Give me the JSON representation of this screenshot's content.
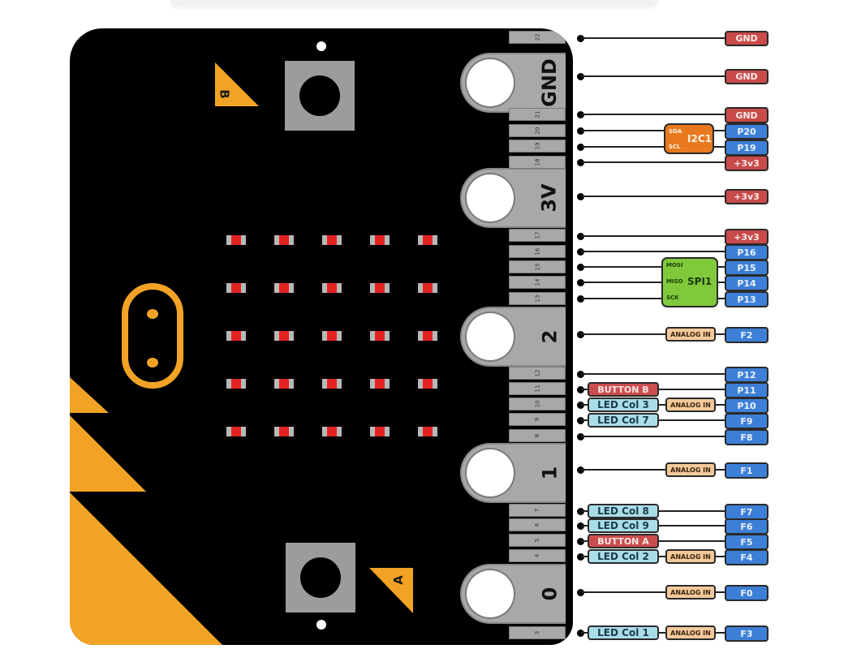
{
  "diagram": {
    "title": "micro:bit edge connector pinout",
    "colors": {
      "board": "#000000",
      "accent_orange": "#f2a325",
      "led_red": "#e32222",
      "pad_gray": "#a8a8a8",
      "power_red": "#c94a4a",
      "pin_blue": "#3d7fd6",
      "led_col_cyan": "#a9dde8",
      "analog_peach": "#f4c99a",
      "i2c_orange": "#e8791e",
      "spi_green": "#80c93b"
    },
    "board": {
      "button_b_label": "B",
      "button_a_label": "A",
      "led_matrix": {
        "rows": 5,
        "cols": 5
      },
      "large_pads": [
        "GND",
        "3V",
        "2",
        "1",
        "0"
      ],
      "strip_numbers": [
        "22",
        "21",
        "20",
        "19",
        "18",
        "17",
        "16",
        "15",
        "14",
        "13",
        "12",
        "11",
        "10",
        "9",
        "8",
        "7",
        "6",
        "5",
        "4",
        "3"
      ]
    },
    "i2c": {
      "name": "I2C1",
      "lines": [
        "SDA",
        "SCL"
      ]
    },
    "spi": {
      "name": "SPI1",
      "lines": [
        "MOSI",
        "MISO",
        "SCK"
      ]
    },
    "rows": [
      {
        "pin": "GND",
        "kind": "red"
      },
      {
        "pin": "GND",
        "kind": "red"
      },
      {
        "pin": "GND",
        "kind": "red"
      },
      {
        "pin": "P20",
        "kind": "blue",
        "bus": "SDA"
      },
      {
        "pin": "P19",
        "kind": "blue",
        "bus": "SCL"
      },
      {
        "pin": "+3v3",
        "kind": "red"
      },
      {
        "pin": "+3v3",
        "kind": "red"
      },
      {
        "pin": "+3v3",
        "kind": "red"
      },
      {
        "pin": "P16",
        "kind": "blue"
      },
      {
        "pin": "P15",
        "kind": "blue",
        "bus": "MOSI"
      },
      {
        "pin": "P14",
        "kind": "blue",
        "bus": "MISO"
      },
      {
        "pin": "P13",
        "kind": "blue",
        "bus": "SCK"
      },
      {
        "pin": "F2",
        "kind": "blue",
        "analog": "ANALOG IN"
      },
      {
        "pin": "P12",
        "kind": "blue"
      },
      {
        "pin": "P11",
        "kind": "blue",
        "func": "BUTTON B"
      },
      {
        "pin": "P10",
        "kind": "blue",
        "func": "LED Col 3",
        "analog": "ANALOG IN"
      },
      {
        "pin": "F9",
        "kind": "blue",
        "func": "LED Col 7"
      },
      {
        "pin": "F8",
        "kind": "blue"
      },
      {
        "pin": "F1",
        "kind": "blue",
        "analog": "ANALOG IN"
      },
      {
        "pin": "F7",
        "kind": "blue",
        "func": "LED Col 8"
      },
      {
        "pin": "F6",
        "kind": "blue",
        "func": "LED Col 9"
      },
      {
        "pin": "F5",
        "kind": "blue",
        "func": "BUTTON A"
      },
      {
        "pin": "F4",
        "kind": "blue",
        "func": "LED Col 2",
        "analog": "ANALOG IN"
      },
      {
        "pin": "F0",
        "kind": "blue",
        "analog": "ANALOG IN"
      },
      {
        "pin": "F3",
        "kind": "blue",
        "func": "LED Col 1",
        "analog": "ANALOG IN"
      }
    ]
  }
}
